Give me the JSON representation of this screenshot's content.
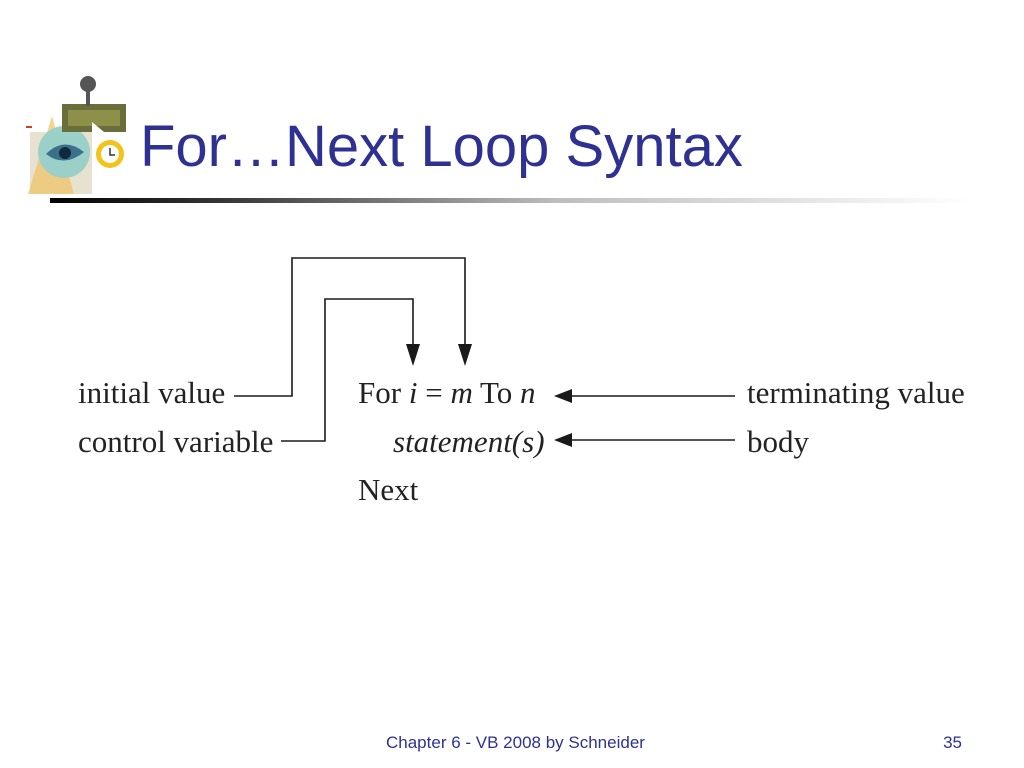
{
  "slide": {
    "title": "For…Next Loop Syntax",
    "footer": "Chapter 6 - VB 2008 by Schneider",
    "page_number": "35"
  },
  "diagram": {
    "labels_left": {
      "initial_value": "initial value",
      "control_variable": "control variable"
    },
    "labels_right": {
      "terminating_value": "terminating value",
      "body": "body"
    },
    "code": {
      "for_keyword": "For ",
      "counter_var": "i",
      "equals": " = ",
      "start_var": "m",
      "to_keyword": " To ",
      "end_var": "n",
      "statement": "statement(s)",
      "next_keyword": "Next"
    }
  },
  "colors": {
    "title": "#2e3192",
    "footer": "#2e3192",
    "diagram_ink": "#222222"
  },
  "icons": {
    "logo": "clipart-logo-icon"
  }
}
